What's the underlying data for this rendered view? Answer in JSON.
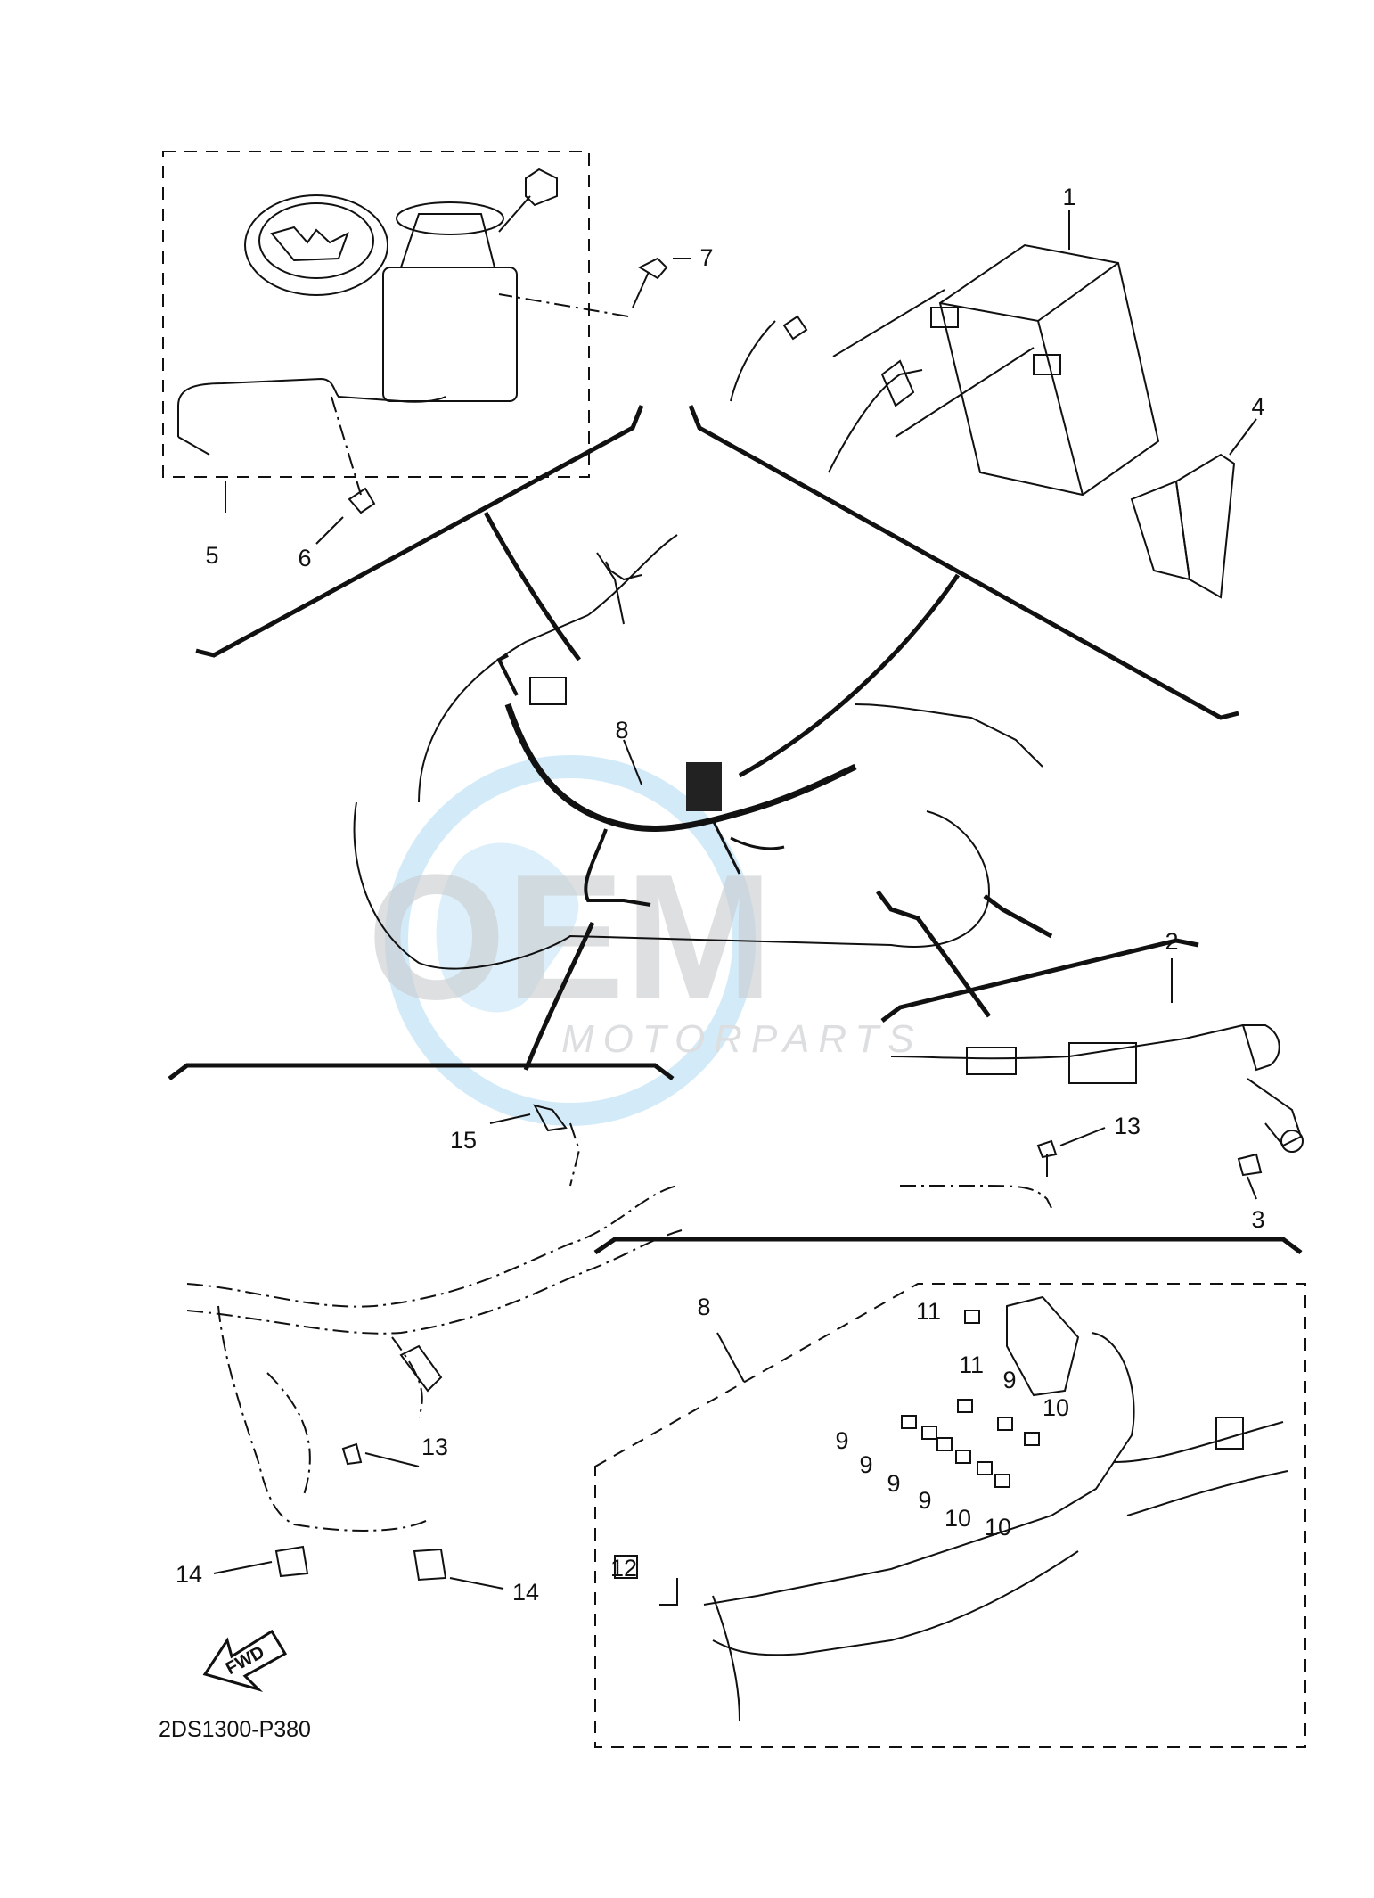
{
  "diagram_code": "2DS1300-P380",
  "fwd_label": "FWD",
  "watermark": {
    "brand": "OEM",
    "sub": "MOTORPARTS",
    "color": "#4fb0e6"
  },
  "callouts": {
    "c1": "1",
    "c2": "2",
    "c3": "3",
    "c4": "4",
    "c5": "5",
    "c6": "6",
    "c7": "7",
    "c8a": "8",
    "c8b": "8",
    "c9a": "9",
    "c9b": "9",
    "c9c": "9",
    "c9d": "9",
    "c9e": "9",
    "c10a": "10",
    "c10b": "10",
    "c10c": "10",
    "c11a": "11",
    "c11b": "11",
    "c12": "12",
    "c13a": "13",
    "c13b": "13",
    "c14a": "14",
    "c14b": "14",
    "c15": "15"
  }
}
